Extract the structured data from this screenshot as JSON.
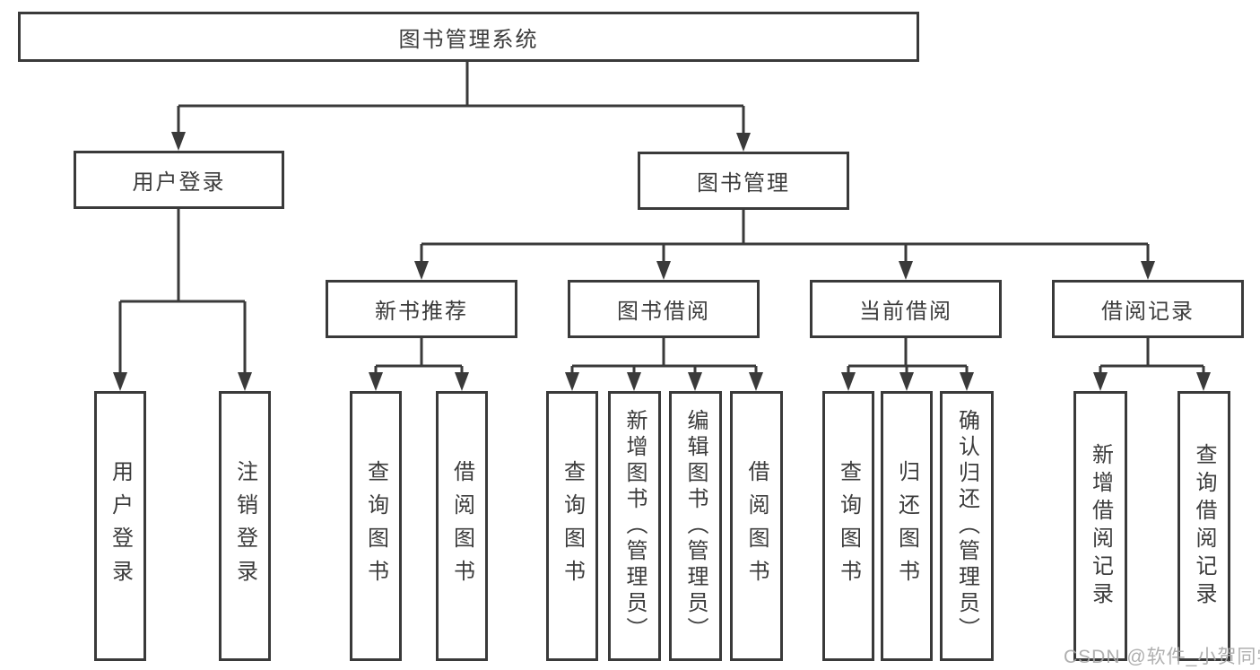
{
  "root": {
    "label": "图书管理系统"
  },
  "branches": [
    {
      "label": "用户登录",
      "children": [
        {
          "label": "用户登录"
        },
        {
          "label": "注销登录"
        }
      ]
    },
    {
      "label": "图书管理",
      "sections": [
        {
          "label": "新书推荐",
          "children": [
            {
              "label": "查询图书"
            },
            {
              "label": "借阅图书"
            }
          ]
        },
        {
          "label": "图书借阅",
          "children": [
            {
              "label": "查询图书"
            },
            {
              "label": "新增图书（管理员）"
            },
            {
              "label": "编辑图书（管理员）"
            },
            {
              "label": "借阅图书"
            }
          ]
        },
        {
          "label": "当前借阅",
          "children": [
            {
              "label": "查询图书"
            },
            {
              "label": "归还图书"
            },
            {
              "label": "确认归还（管理员）"
            }
          ]
        },
        {
          "label": "借阅记录",
          "children": [
            {
              "label": "新增借阅记录"
            },
            {
              "label": "查询借阅记录"
            }
          ]
        }
      ]
    }
  ],
  "watermark": "CSDN @软件_小贺同学",
  "colors": {
    "line": "#3a3a3a",
    "text": "#3c3c3c",
    "watermark": "#a8a8a8",
    "background": "#ffffff"
  }
}
